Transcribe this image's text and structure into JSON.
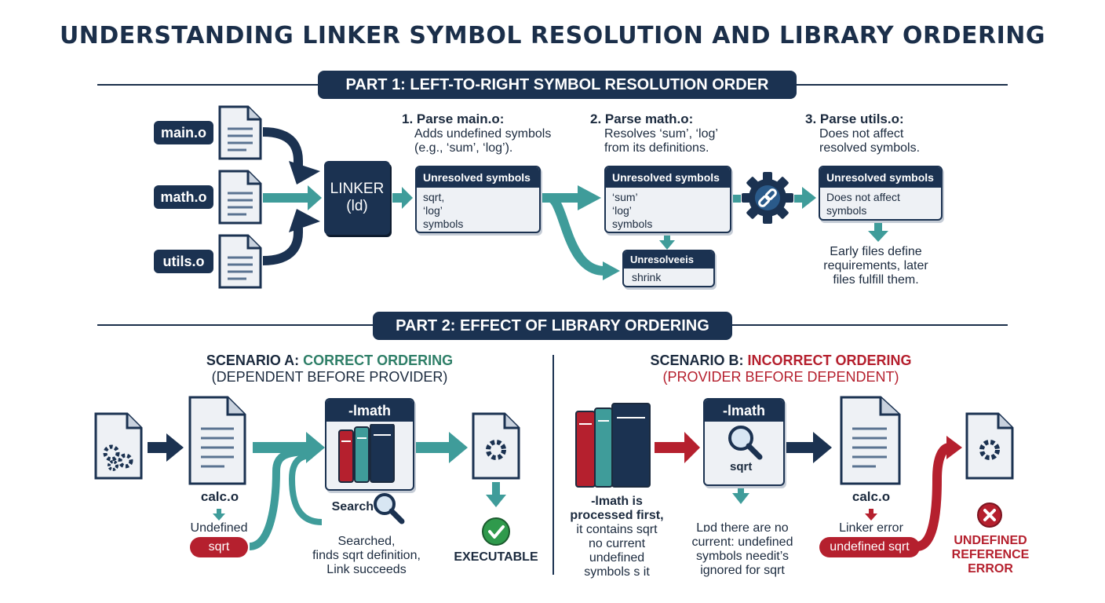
{
  "title": "UNDERSTANDING LINKER SYMBOL RESOLUTION AND LIBRARY ORDERING",
  "colors": {
    "navy": "#1b3251",
    "teal": "#3f9c9a",
    "red": "#b5202e",
    "green": "#2f9a4c"
  },
  "part1": {
    "banner": "PART 1:  LEFT-TO-RIGHT SYMBOL RESOLUTION ORDER",
    "files": [
      "main.o",
      "math.o",
      "utils.o"
    ],
    "linker": {
      "line1": "LINKER",
      "line2": "(ld)"
    },
    "steps": [
      {
        "title": "1. Parse main.o:",
        "lines": [
          "Adds undefined symbols",
          "(e.g., ‘sum’, ‘log’)."
        ]
      },
      {
        "title": "2. Parse math.o:",
        "lines": [
          "Resolves ‘sum’, ‘log’",
          "from its definitions."
        ]
      },
      {
        "title": "3. Parse utils.o:",
        "lines": [
          "Does not affect",
          "resolved symbols."
        ]
      }
    ],
    "boxes": [
      {
        "head": "Unresolved symbols",
        "lines": [
          "sqrt,",
          "‘log’",
          "symbols"
        ]
      },
      {
        "head": "Unresolved symbols",
        "lines": [
          "‘sum’",
          "‘log’",
          "symbols"
        ]
      },
      {
        "head": "Unresolved symbols",
        "lines": [
          "Does not affect",
          "symbols"
        ]
      }
    ],
    "shrink_box": {
      "head": "Unresolveeis",
      "body": "shrink"
    },
    "note": [
      "Early files define",
      "requirements, later",
      "files fulfill them."
    ],
    "icons": {
      "file": "document-icon",
      "gear": "gear-link-icon"
    }
  },
  "part2": {
    "banner": "PART 2: EFFECT OF LIBRARY ORDERING",
    "scenario_a": {
      "title_prefix": "SCENARIO A: ",
      "title_highlight": "CORRECT ORDERING",
      "subtitle": "(DEPENDENT BEFORE PROVIDER)",
      "lib_label": "-lmath",
      "obj_label": "calc.o",
      "undefined_label": "Undefined",
      "pill": "sqrt",
      "search_label": "Search",
      "search_caption": [
        "Searched,",
        "finds sqrt definition,",
        "Link succeeds"
      ],
      "result": "EXECUTABLE"
    },
    "scenario_b": {
      "title_prefix": "SCENARIO B: ",
      "title_highlight": "INCORRECT ORDERING",
      "subtitle": "(PROVIDER BEFORE DEPENDENT)",
      "lib_label": "-lmath",
      "lib_inner": "sqrt",
      "lib_caption_bold": [
        "-lmath is",
        "processed first,"
      ],
      "lib_caption": [
        "it contains sqrt",
        "no current",
        "undefined",
        "symbols s it"
      ],
      "mid_caption": [
        "Lɒd there are no",
        "current: undefined",
        "symbols needit’s",
        "ignored for sqrt"
      ],
      "obj_label": "calc.o",
      "linker_error": "Linker error",
      "pill": "undefined  sqrt",
      "result": [
        "UNDEFINED",
        "REFERENCE",
        "ERROR"
      ]
    }
  }
}
